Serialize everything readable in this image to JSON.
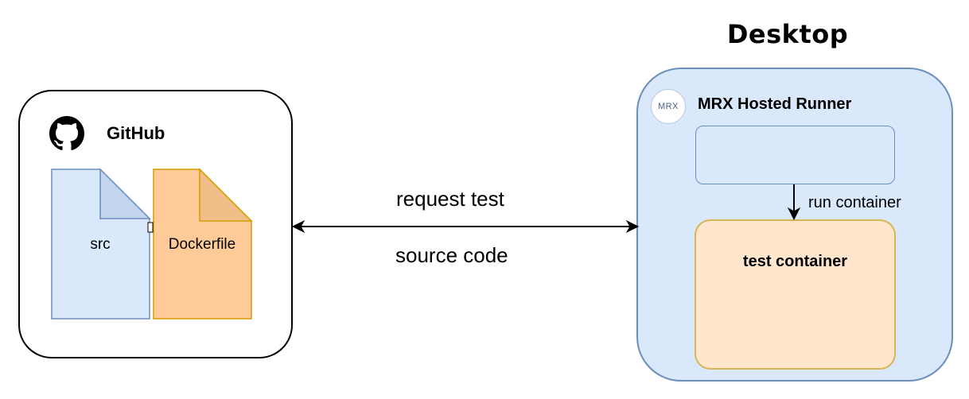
{
  "desktop": {
    "title": "Desktop",
    "runner_label": "MRX Hosted Runner",
    "runner_logo_text": "MRX",
    "run_label": "run container",
    "test_container_label": "test container"
  },
  "github": {
    "label": "GitHub",
    "files": [
      "src",
      "Dockerfile"
    ]
  },
  "connection": {
    "top_label": "request test",
    "bottom_label": "source code"
  },
  "colors": {
    "doc_src_fill": "#dae8fc",
    "doc_src_stroke": "#6c8ebf",
    "doc_docker_fill": "#ffcc99",
    "doc_docker_stroke": "#d79b00",
    "desktop_fill": "#dae8fc",
    "desktop_stroke": "#6c8ebf",
    "test_fill": "#ffe6cc",
    "test_stroke": "#d6b656"
  }
}
